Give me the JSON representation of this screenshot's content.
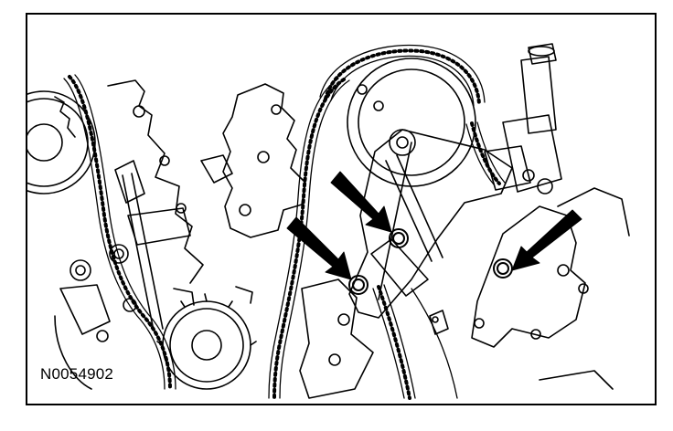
{
  "figure": {
    "id_label": "N0054902"
  },
  "colors": {
    "line": "#000000",
    "background": "#ffffff",
    "arrow_fill": "#000000"
  },
  "callouts": {
    "arrow_count": 3,
    "marked_items": [
      "bolt",
      "bolt",
      "bolt"
    ]
  }
}
